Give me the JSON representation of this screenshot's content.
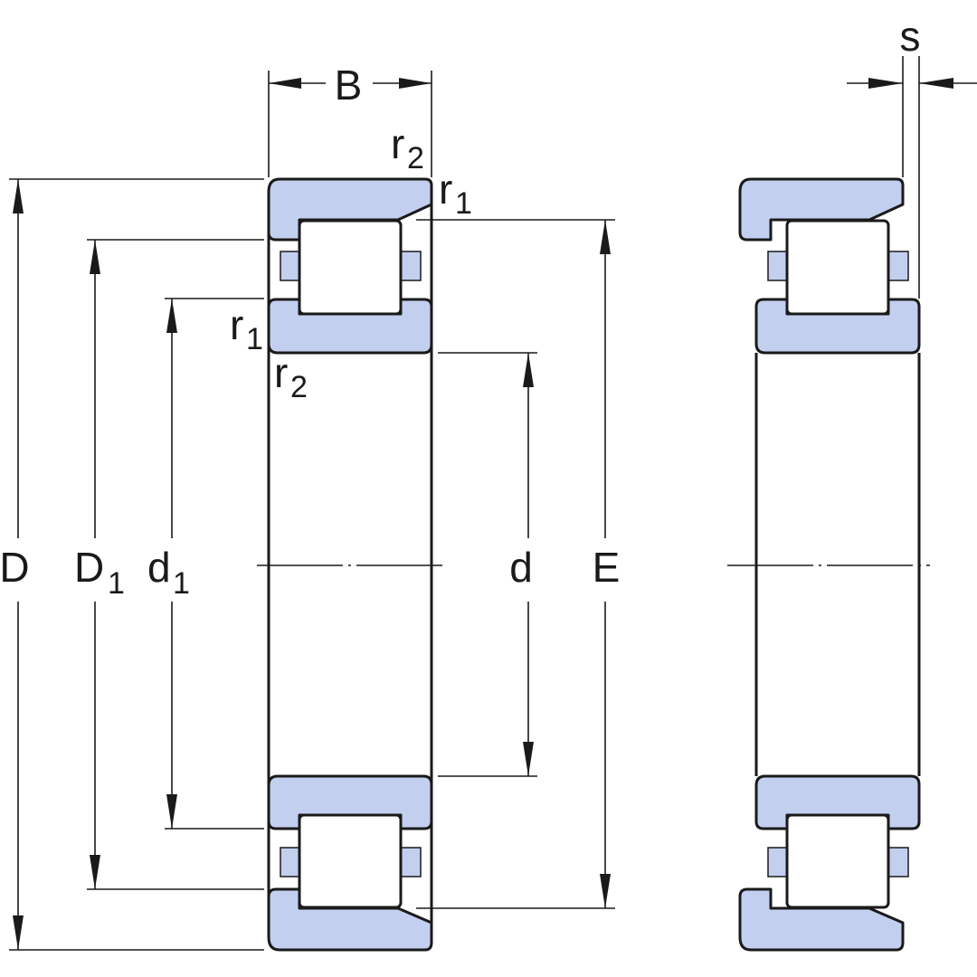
{
  "drawing": {
    "labels": {
      "B": "B",
      "s": "s",
      "D": "D",
      "D1": "D",
      "D1_sub": "1",
      "d1": "d",
      "d1_sub": "1",
      "d": "d",
      "E": "E",
      "r1_top": "r",
      "r1_top_sub": "1",
      "r2_top": "r",
      "r2_top_sub": "2",
      "r1_left": "r",
      "r1_left_sub": "1",
      "r2_left": "r",
      "r2_left_sub": "2"
    },
    "colors": {
      "component_fill": "#c3cfee",
      "outline": "#1a1a1a",
      "background": "#ffffff"
    }
  }
}
